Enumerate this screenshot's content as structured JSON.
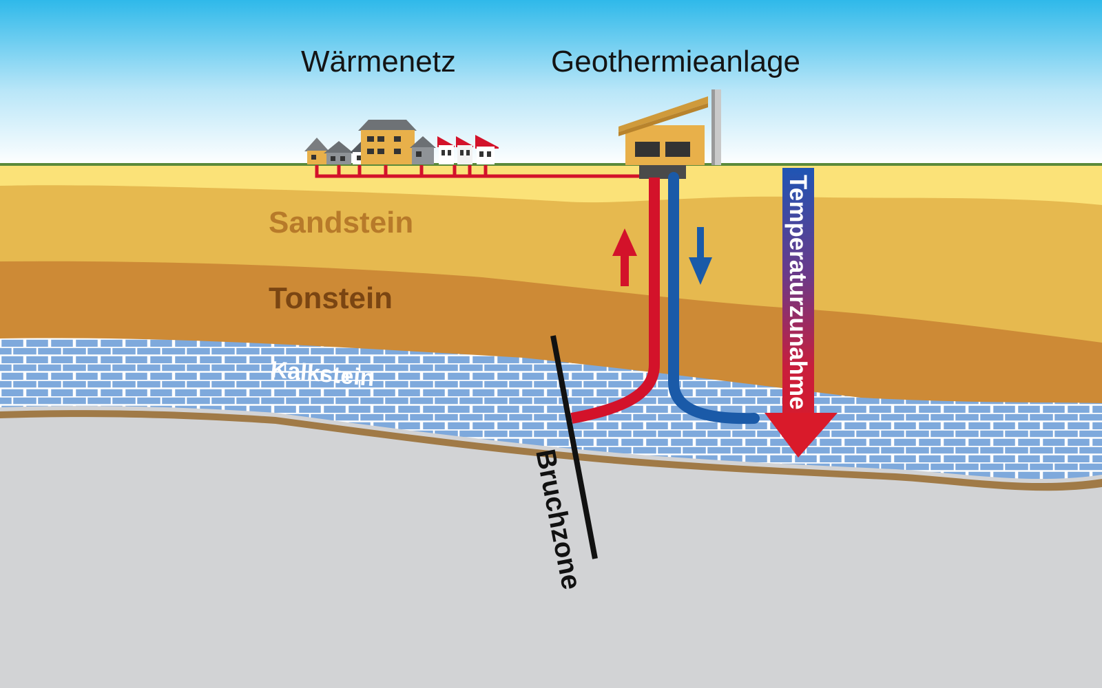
{
  "labels": {
    "heat_network": "Wärmenetz",
    "plant": "Geothermieanlage",
    "sandstone": "Sandstein",
    "claystone": "Tonstein",
    "limestone": "Kalkstein",
    "fault_zone": "Bruchzone",
    "temperature_increase": "Temperaturzunahme"
  },
  "colors": {
    "sky_top": "#2fb9ea",
    "sky_bottom": "#ffffff",
    "grass": "#5a8a3a",
    "soil_top": "#fbe278",
    "sandstone": "#e6b94f",
    "claystone": "#cd8a36",
    "limestone": "#7ea9dc",
    "basement": "#d2d3d5",
    "hot_pipe": "#d3122a",
    "cold_pipe": "#1a5aa8",
    "sandstone_text": "#b77a2a",
    "claystone_text": "#7a4512"
  }
}
